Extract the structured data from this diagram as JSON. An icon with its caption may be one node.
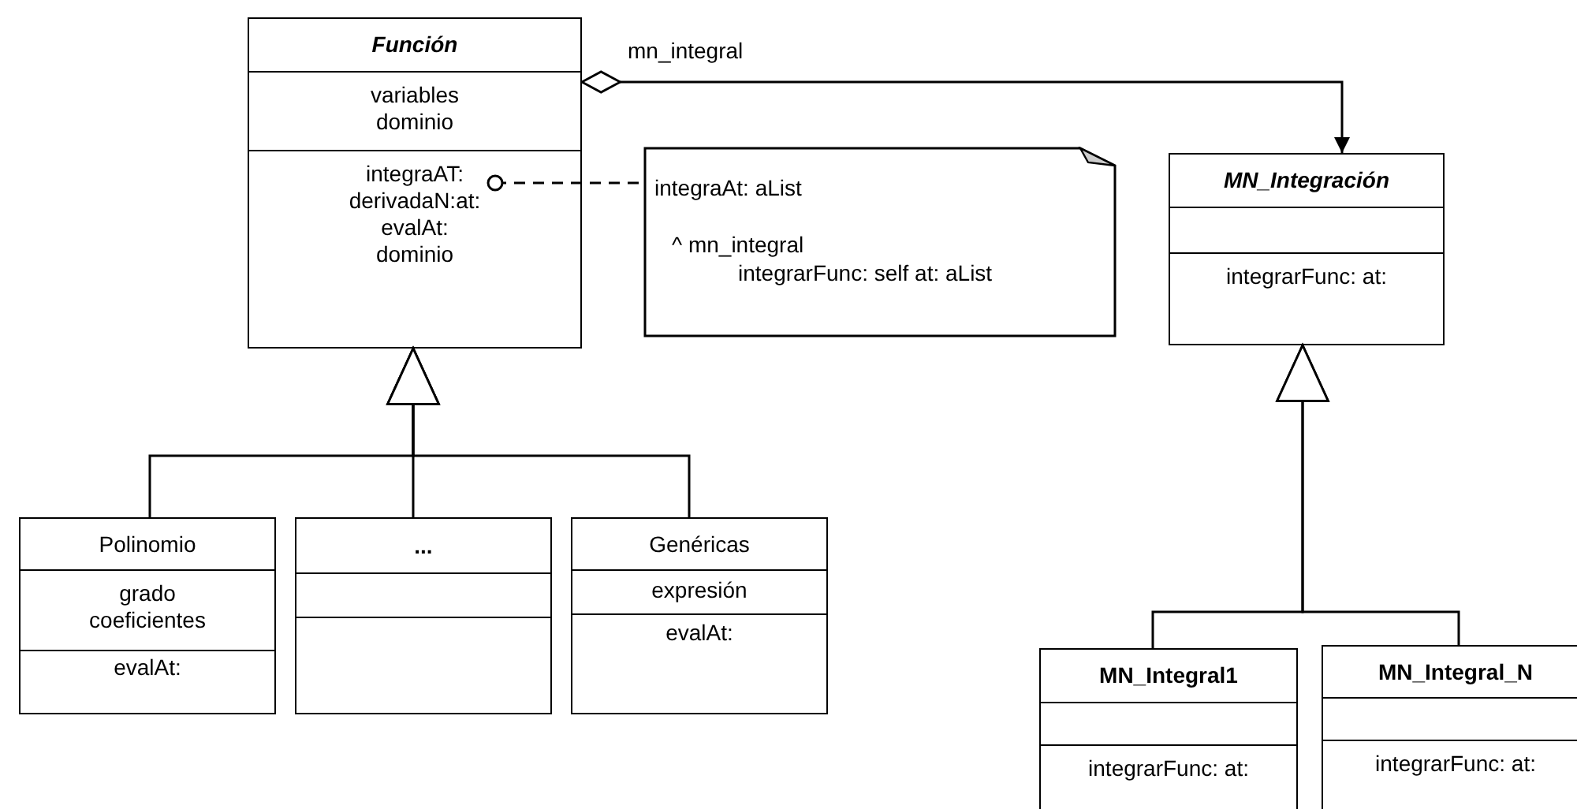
{
  "diagram": {
    "nodes": [
      {
        "text": [
          "Función",
          "variables",
          "dominio",
          "integraAT:",
          "derivadaN:at:",
          "evalAt:",
          "dominio"
        ]
      },
      {
        "text": [
          "integraAt: aList",
          "^ mn_integral",
          "integrarFunc: self at: aList"
        ]
      },
      {
        "text": [
          "MN_Integración",
          "integrarFunc: at:"
        ]
      },
      {
        "text": [
          "Polinomio",
          "grado",
          "coeficientes",
          "evalAt:"
        ]
      },
      {
        "text": [
          "..."
        ]
      },
      {
        "text": [
          "Genéricas",
          "expresión",
          "evalAt:"
        ]
      },
      {
        "text": [
          "MN_Integral1",
          "integrarFunc: at:"
        ]
      },
      {
        "text": [
          "MN_Integral_N",
          "integrarFunc: at:"
        ]
      }
    ],
    "edges": [
      {
        "from": 0,
        "to": 2,
        "arrow": "to",
        "label": "mn_integral"
      },
      {
        "from": 0,
        "to": 1,
        "arrow": "other",
        "style": "dashed"
      },
      {
        "from": 3,
        "to": 0,
        "arrow": "to"
      },
      {
        "from": 4,
        "to": 0,
        "arrow": "to"
      },
      {
        "from": 5,
        "to": 0,
        "arrow": "to"
      },
      {
        "from": 6,
        "to": 2,
        "arrow": "to"
      },
      {
        "from": 7,
        "to": 2,
        "arrow": "to"
      }
    ]
  }
}
